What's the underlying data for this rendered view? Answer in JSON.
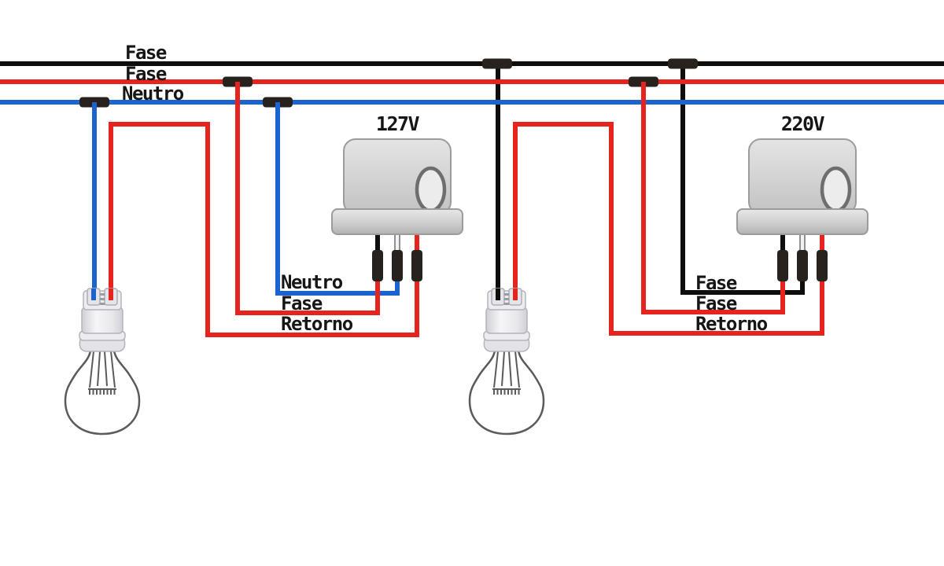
{
  "colors": {
    "background": "#ffffff",
    "wire_black": "#0f0e0d",
    "wire_red": "#e52420",
    "wire_blue": "#1b64cf",
    "connector_black": "#28221e",
    "label_text": "#161616"
  },
  "bus": {
    "fase_top_label": "Fase",
    "fase_mid_label": "Fase",
    "neutro_label": "Neutro"
  },
  "sensor_127v": {
    "title": "127V",
    "terminal_labels": {
      "neutro": "Neutro",
      "fase": "Fase",
      "retorno": "Retorno"
    }
  },
  "sensor_220v": {
    "title": "220V",
    "terminal_labels": {
      "fase_1": "Fase",
      "fase_2": "Fase",
      "retorno": "Retorno"
    }
  }
}
